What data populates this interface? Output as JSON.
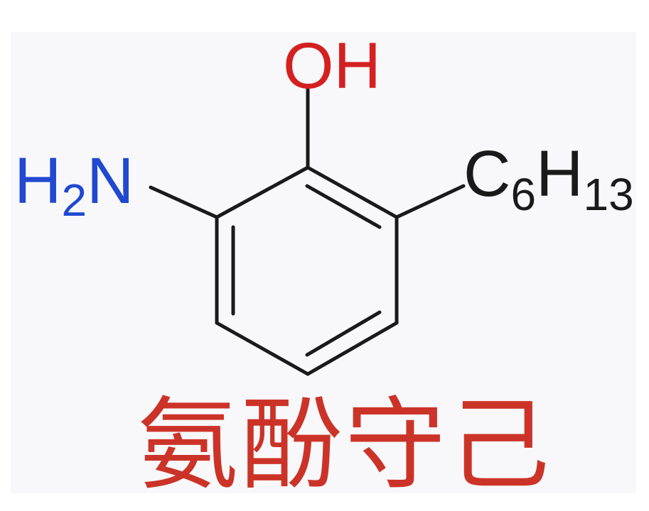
{
  "molecule": {
    "substituents": {
      "hydroxyl": {
        "label": "OH",
        "color": "#d42020"
      },
      "amino": {
        "main": "H",
        "sub": "2",
        "tail": "N",
        "color": "#2048d0"
      },
      "hexyl": {
        "c": "C",
        "c_sub": "6",
        "h": "H",
        "h_sub": "13",
        "color": "#1a1a1a"
      }
    },
    "bond_color": "#1a1a1a",
    "ring": "benzene"
  },
  "caption": {
    "text": "氨酚守己",
    "color": "#cc3328"
  },
  "background": {
    "outer": "#ffffff",
    "panel": "#f8f8fa"
  }
}
